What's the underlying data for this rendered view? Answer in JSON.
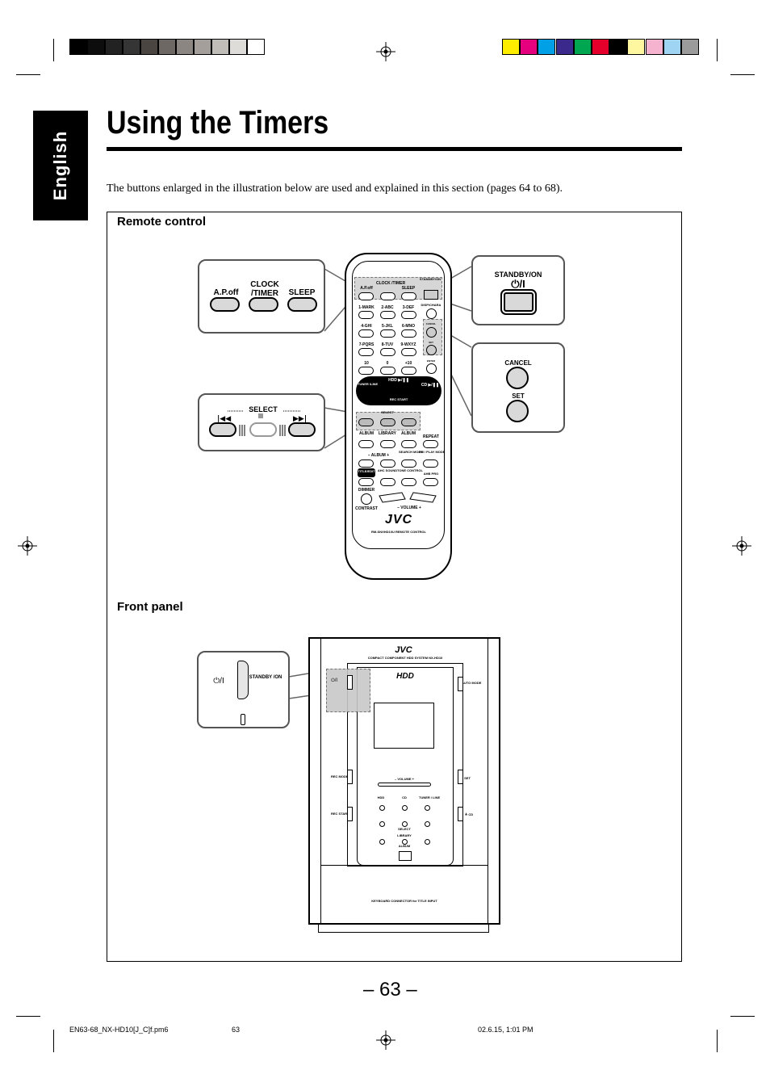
{
  "colors": {
    "gray_swatches": [
      "#000000",
      "#0d0d0d",
      "#222222",
      "#353535",
      "#4b4542",
      "#6e6864",
      "#8b8682",
      "#a49f9b",
      "#c0bdb9",
      "#dedcd8",
      "#ffffff"
    ],
    "color_swatches": [
      "#ffed00",
      "#e5007d",
      "#00a0e6",
      "#3b2a8c",
      "#00a650",
      "#e4002b",
      "#000000",
      "#fff7a0",
      "#f6b3d0",
      "#9fd4f3",
      "#9b9b9b"
    ],
    "accent_highlight": "#d6d6d6"
  },
  "sidebar": {
    "language_tab": "English"
  },
  "page": {
    "title": "Using the Timers",
    "intro": "The buttons enlarged in the illustration below are used and explained in this section (pages 64 to 68).",
    "page_number": "– 63 –"
  },
  "remote_section": {
    "label": "Remote control",
    "callout_timer": {
      "ap_off": "A.P.off",
      "clock_timer": "CLOCK /TIMER",
      "sleep": "SLEEP"
    },
    "callout_select": {
      "select": "SELECT"
    },
    "callout_standby": {
      "standby": "STANDBY/ON"
    },
    "callout_cancel_set": {
      "cancel": "CANCEL",
      "set": "SET"
    },
    "remote": {
      "top_labels": [
        "A.P.off",
        "CLOCK /TIMER",
        "SLEEP",
        "STANDBY/ON"
      ],
      "number_rows": [
        [
          "1-MARK",
          "2-ABC",
          "3-DEF",
          "DISP/CHARA"
        ],
        [
          "4-GHI",
          "5-JKL",
          "6-MNO",
          "CANCEL"
        ],
        [
          "7-PQRS",
          "8-TUV",
          "9-WXYZ",
          "SET"
        ],
        [
          "10",
          "0",
          "+10",
          "ENTER"
        ]
      ],
      "transport": {
        "tuner_line": "TUNER /LINE",
        "hdd": "HDD ▶/❚❚",
        "cd": "CD ▶/❚❚",
        "rec_start": "REC START",
        "select": "SELECT"
      },
      "album_row": [
        "ALBUM",
        "LIBRARY",
        "ALBUM",
        "REPEAT"
      ],
      "search_row": [
        "– ALBUM +",
        "SEARCH MODE",
        "FM / PLAY MODE"
      ],
      "sound_row": [
        "TITLE/EDIT",
        "AHC SOUND",
        "TONE CONTROL",
        "AHB PRO"
      ],
      "dimmer": "DIMMER",
      "contrast": "CONTRAST",
      "volume": "– VOLUME +",
      "brand": "JVC",
      "model": "RM-SNXHD10U REMOTE CONTROL"
    }
  },
  "front_section": {
    "label": "Front panel",
    "callout_standby": {
      "power_symbol": "⏻/I",
      "standby": "STANDBY /ON"
    },
    "unit": {
      "brand": "JVC",
      "subtitle": "COMPACT COMPONENT HDD SYSTEM NX-HD10",
      "hdd_logo": "HDD",
      "auto_mode": "AUTO MODE",
      "rec_mode": "REC MODE",
      "rec_start": "REC START",
      "set": "SET",
      "cd_eject": "≜ CD",
      "volume": "– VOLUME +",
      "hdd": "HDD",
      "cd": "CD",
      "tuner_line": "TUNER / LINE",
      "select": "SELECT",
      "library": "LIBRARY",
      "album": "ALBUM",
      "keyboard": "KEYBOARD CONNECTOR for TITLE INPUT"
    }
  },
  "footer": {
    "file": "EN63-68_NX-HD10[J_C]f.pm6",
    "page": "63",
    "date": "02.6.15, 1:01 PM"
  }
}
